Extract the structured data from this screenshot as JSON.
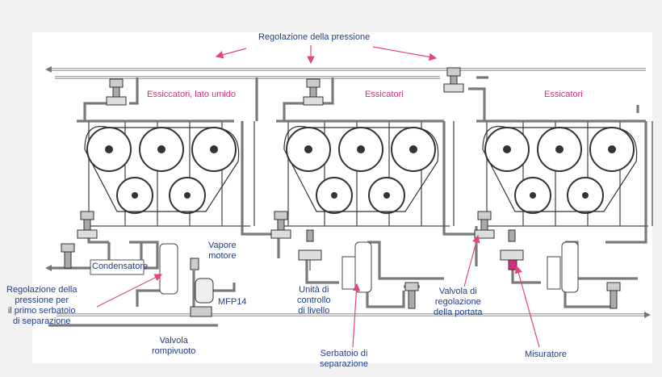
{
  "labels": {
    "pressure_control": "Regolazione della pressione",
    "dryers_wet": "Essiccatori, lato umido",
    "dryers_2": "Essicatori",
    "dryers_3": "Essicatori",
    "condenser": "Condensatore",
    "motive_steam": "Vapore\nmotore",
    "pressure_first_tank": "Regolazione della\npressione per\nil primo serbatoio\ndi separazione",
    "mfp14": "MFP14",
    "level_control": "Unità di\ncontrollo\ndi livello",
    "flow_valve": "Valvola di\nregolazione\ndella portata",
    "vacuum_breaker": "Valvola\nrompivuoto",
    "separation_tank": "Serbatoio di\nseparazione",
    "meter": "Misuratore"
  },
  "colors": {
    "label_blue": "#1f3c88",
    "label_pink": "#d42f7e",
    "arrow_pink": "#e0457f",
    "pipe_gray": "#7a7a7a"
  }
}
